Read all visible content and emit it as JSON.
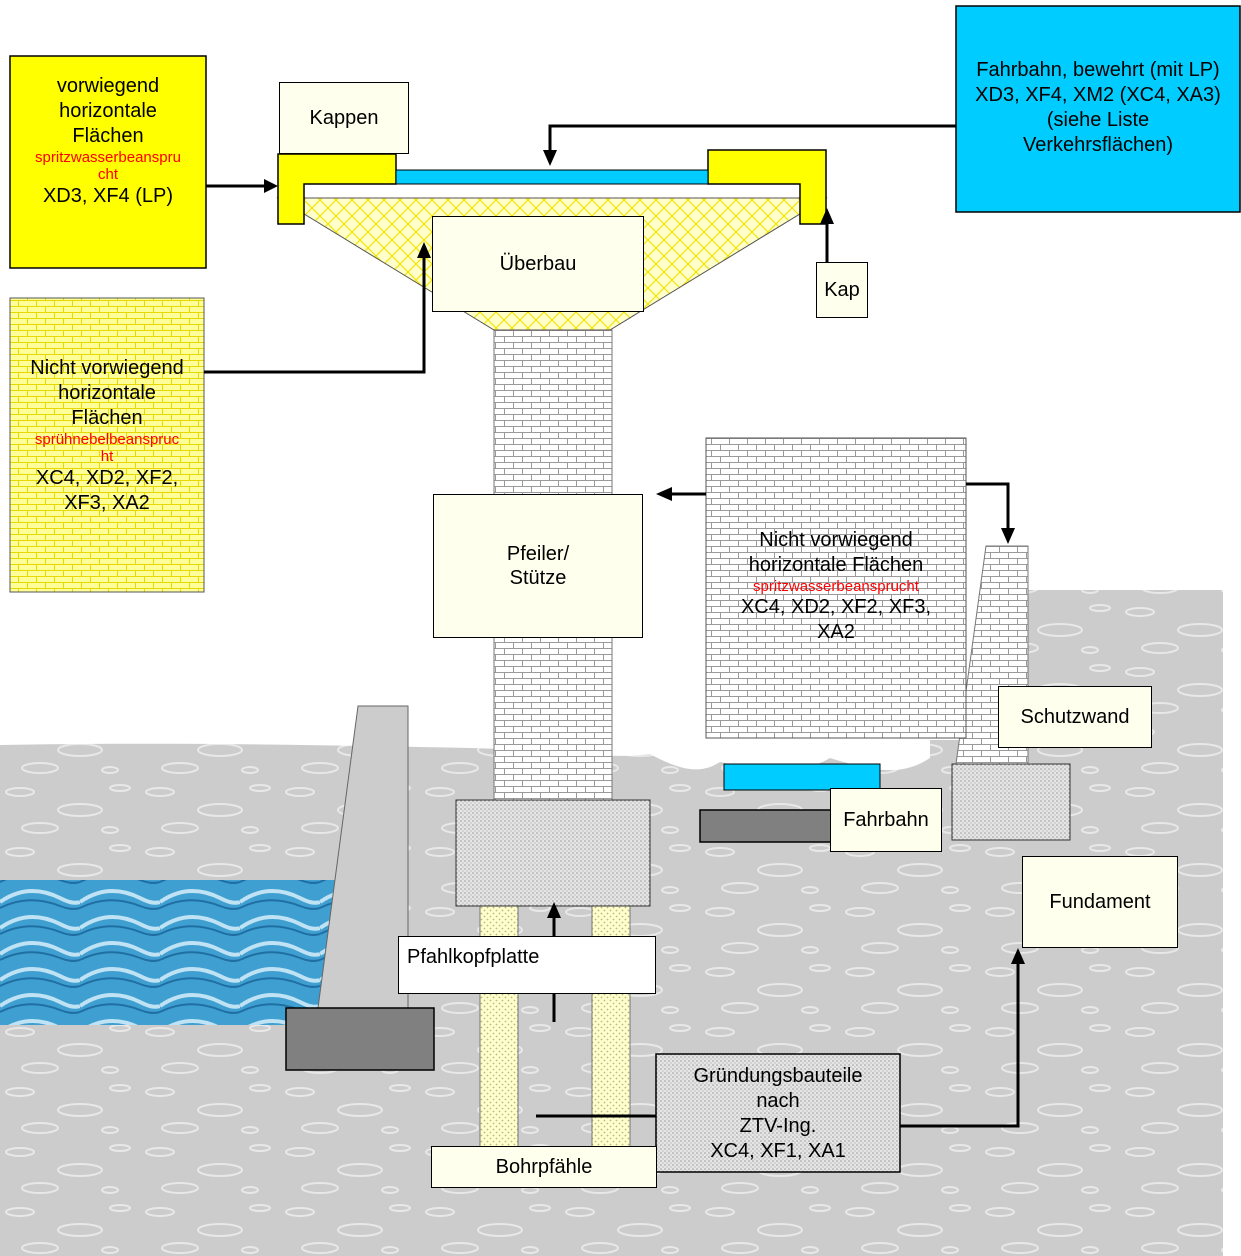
{
  "labels": {
    "kappen": "Kappen",
    "ueberbau": "Überbau",
    "kap": "Kap",
    "pfeiler": [
      "Pfeiler/",
      "Stütze"
    ],
    "schutzwand": "Schutzwand",
    "fahrbahn": "Fahrbahn",
    "fundament": "Fundament",
    "pfahlkopfplatte": "Pfahlkopfplatte",
    "bohrpfaehle": "Bohrpfähle"
  },
  "notes": {
    "kappen_class": {
      "lines": [
        "vorwiegend",
        "horizontale",
        "Flächen"
      ],
      "red": [
        "spritzwasserbeanspru",
        "cht"
      ],
      "classes": "XD3, XF4 (LP)"
    },
    "fahrbahn_class": {
      "lines": [
        "Fahrbahn, bewehrt (mit LP)",
        "XD3, XF4, XM2 (XC4, XA3)",
        "(siehe Liste",
        "Verkehrsflächen)"
      ]
    },
    "ueberbau_class": {
      "lines": [
        "Nicht vorwiegend",
        "horizontale",
        "Flächen"
      ],
      "red": [
        "sprühnebelbeanspruc",
        "ht"
      ],
      "classes": [
        "XC4, XD2, XF2,",
        "XF3, XA2"
      ]
    },
    "pfeiler_class": {
      "lines": [
        "Nicht vorwiegend",
        "horizontale Flächen"
      ],
      "red": "spritzwasserbeansprucht",
      "classes": [
        "XC4, XD2, XF2, XF3,",
        "XA2"
      ]
    },
    "gruendung_class": {
      "lines": [
        "Gründungsbauteile",
        "nach",
        "ZTV-Ing.",
        "XC4, XF1, XA1"
      ]
    }
  },
  "colors": {
    "yellow": "#ffff00",
    "cyan": "#00ccff",
    "label_fill": "#ffffee",
    "ground": "#cccccc",
    "water": "#3399cc",
    "red_text": "#ff0000"
  }
}
